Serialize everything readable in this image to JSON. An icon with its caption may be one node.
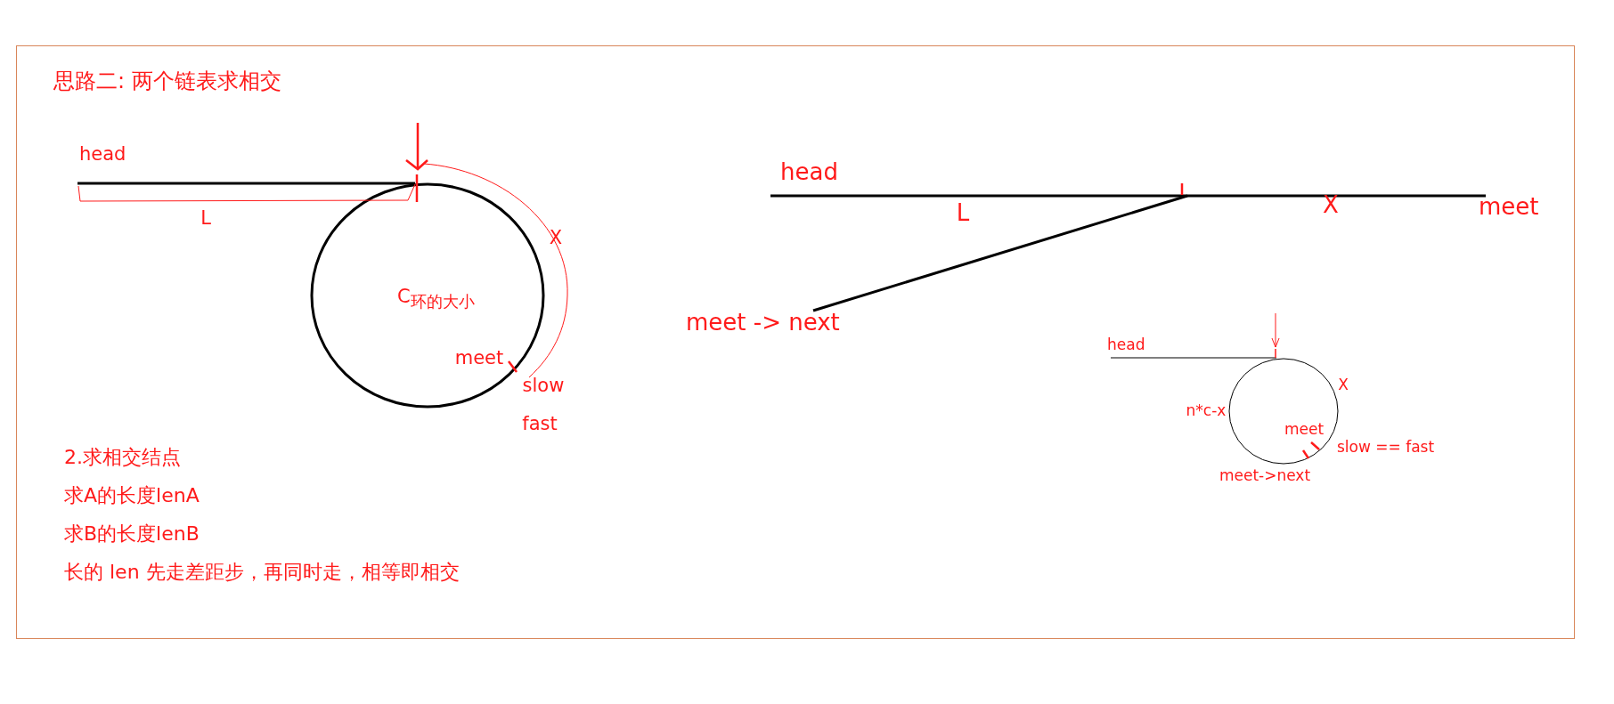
{
  "diagram": {
    "title": "思路二: 两个链表求相交",
    "labels": [
      "head",
      "L",
      "X",
      "C$_{环的大小}$",
      "meet",
      "slow",
      "fast",
      "head",
      "L",
      "X",
      "meet",
      "meet -> next",
      "head",
      "X",
      "n*c-x",
      "meet",
      "slow == fast",
      "meet->next",
      "2.求相交结点",
      "求A的长度lenA",
      "求B的长度lenB",
      "长的 len 先走差距步，再同时走，相等即相交"
    ]
  }
}
